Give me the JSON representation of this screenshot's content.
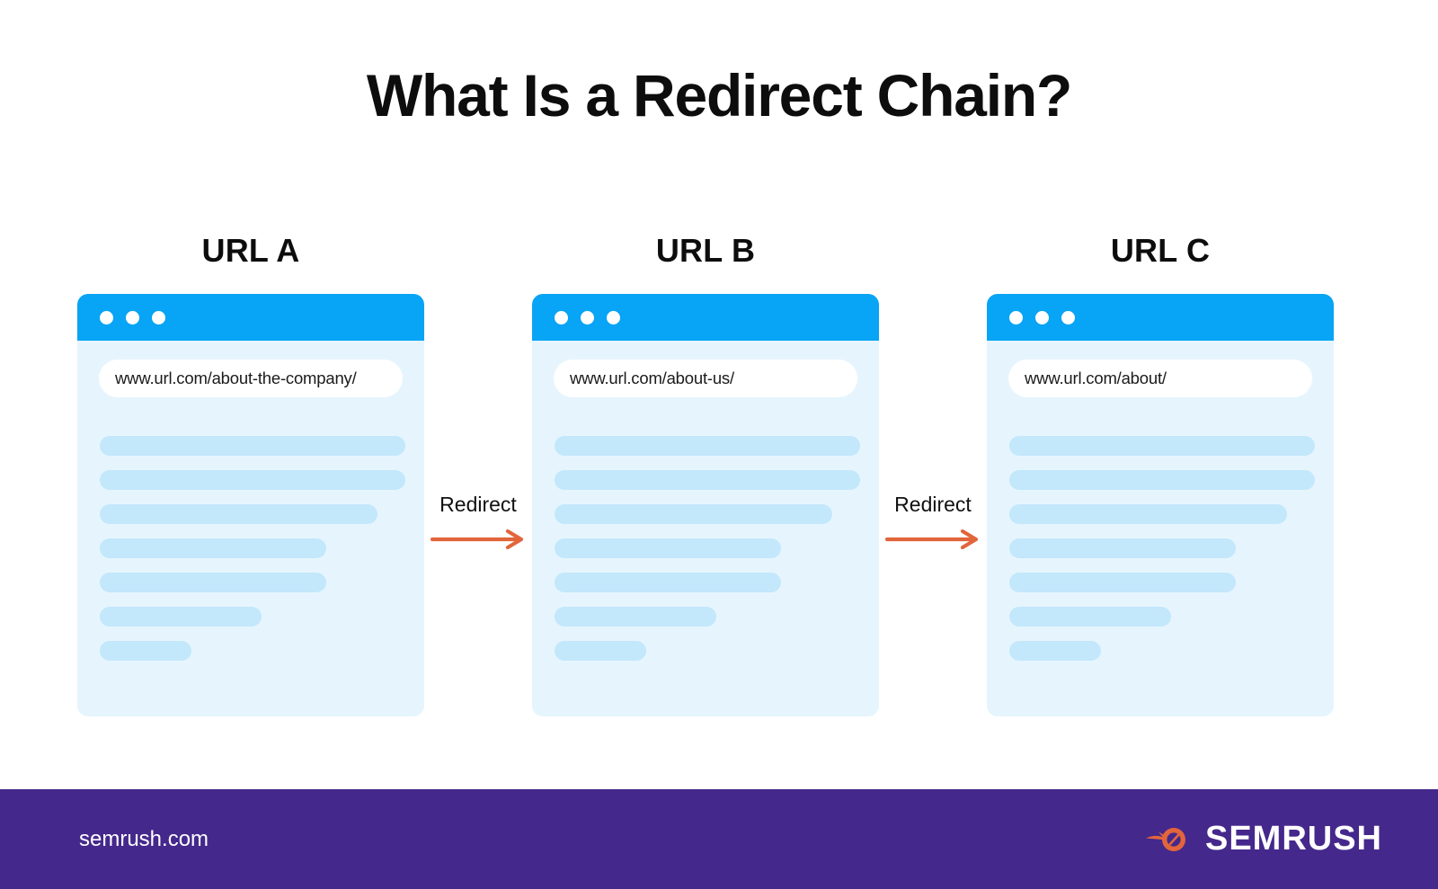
{
  "page": {
    "title": "What Is a Redirect Chain?",
    "background_color": "#ffffff"
  },
  "colors": {
    "browser_chrome": "#08a4f5",
    "card_background": "#e6f5fd",
    "skeleton_line": "#c3e7fb",
    "arrow_orange": "#e2653c",
    "footer_purple": "#45288c",
    "text_dark": "#0d0d0d",
    "text_light": "#ffffff"
  },
  "cards": [
    {
      "heading": "URL A",
      "url": "www.url.com/about-the-company/",
      "window_dots": [
        "dot-1",
        "dot-2",
        "dot-3"
      ],
      "skeleton_line_widths": [
        "100%",
        "100%",
        "91%",
        "74%",
        "74%",
        "53%",
        "30%"
      ]
    },
    {
      "heading": "URL B",
      "url": "www.url.com/about-us/",
      "window_dots": [
        "dot-1",
        "dot-2",
        "dot-3"
      ],
      "skeleton_line_widths": [
        "100%",
        "100%",
        "91%",
        "74%",
        "74%",
        "53%",
        "30%"
      ]
    },
    {
      "heading": "URL C",
      "url": "www.url.com/about/",
      "window_dots": [
        "dot-1",
        "dot-2",
        "dot-3"
      ],
      "skeleton_line_widths": [
        "100%",
        "100%",
        "91%",
        "74%",
        "74%",
        "53%",
        "30%"
      ]
    }
  ],
  "connectors": [
    {
      "label": "Redirect",
      "icon": "arrow-right-icon"
    },
    {
      "label": "Redirect",
      "icon": "arrow-right-icon"
    }
  ],
  "footer": {
    "site_url": "semrush.com",
    "brand_name": "SEMRUSH",
    "brand_mark": "semrush-comet-logo-icon"
  }
}
